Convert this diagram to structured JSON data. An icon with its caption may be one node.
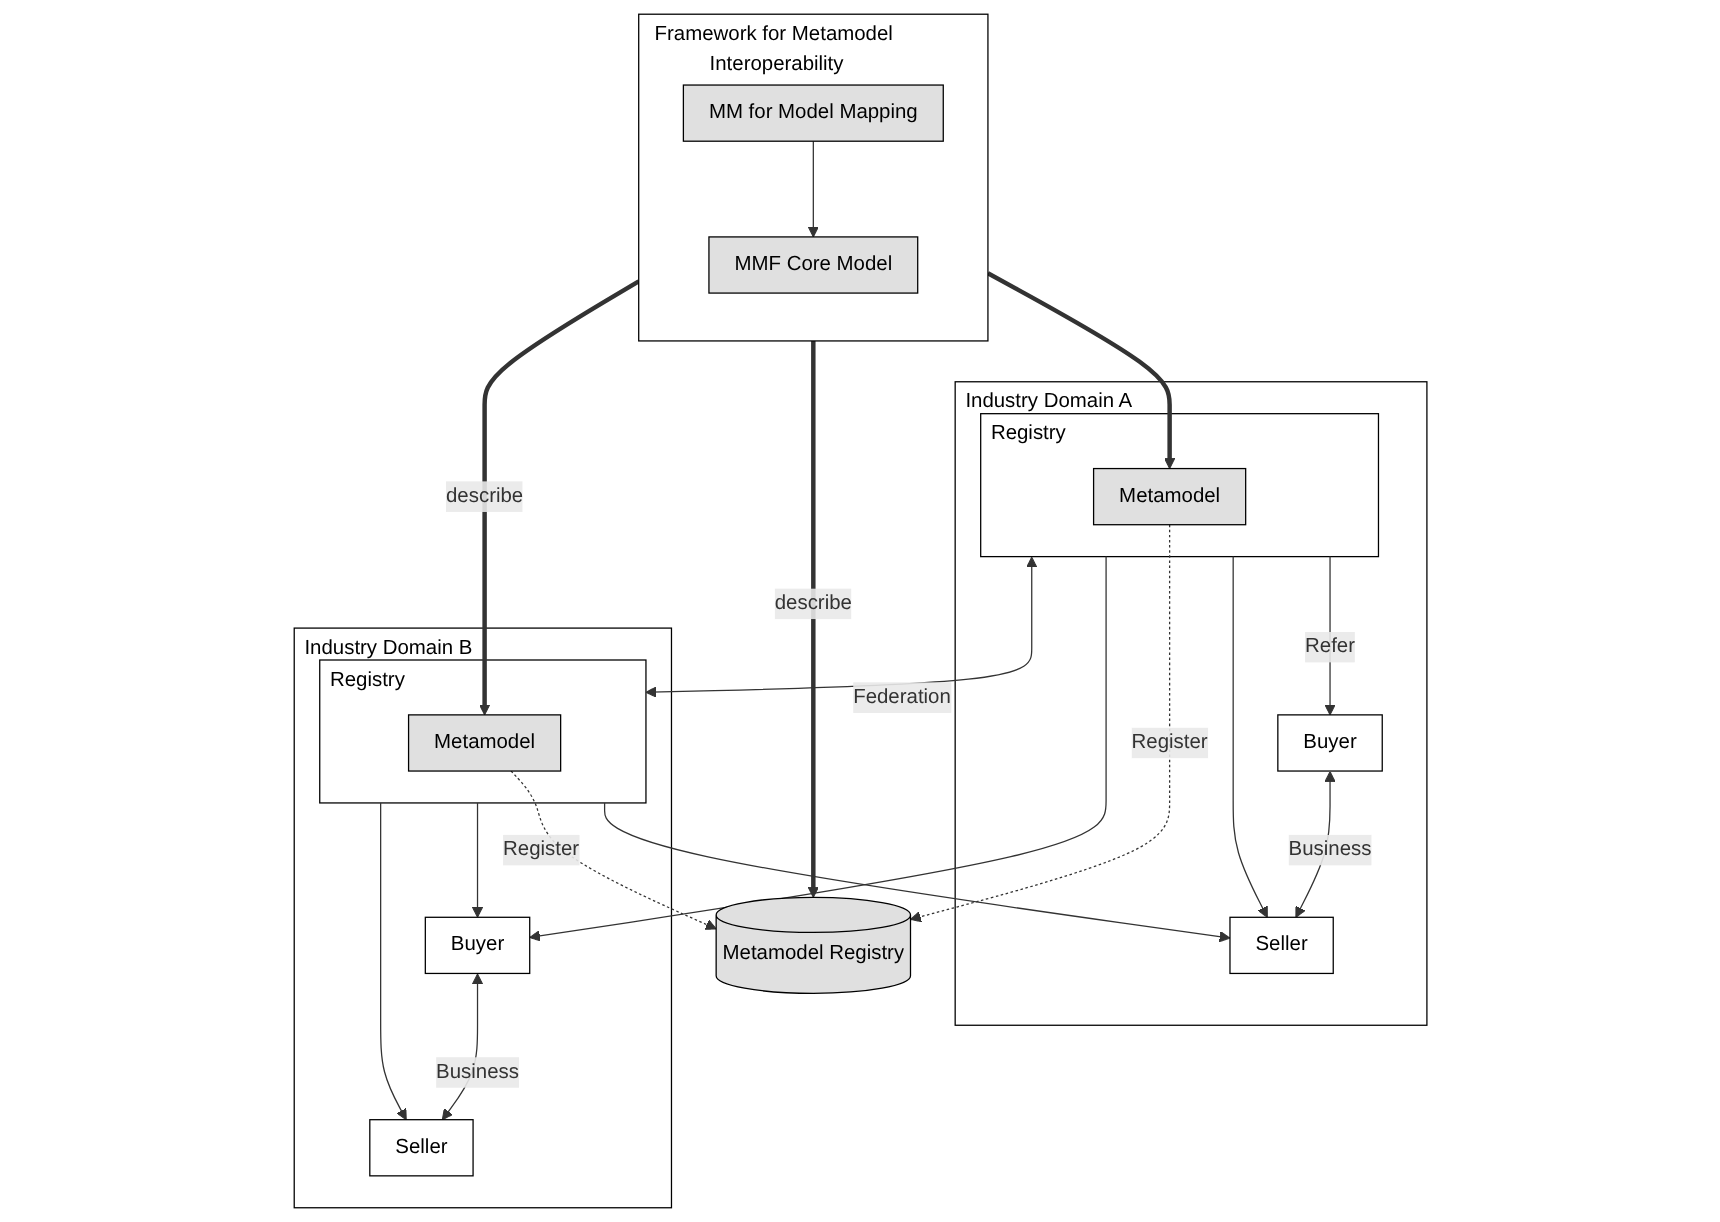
{
  "diagram": {
    "nodes": [
      {
        "text": [
          "Metamodel Registry"
        ]
      },
      {
        "text": [
          "Framework for Metamodel Interoperability"
        ]
      },
      {
        "text": [
          "MMF Core Model"
        ],
        "in": 1
      },
      {
        "text": [
          "MM for Model Mapping"
        ],
        "in": 1
      },
      {
        "text": [
          "Industry Domain A"
        ]
      },
      {
        "text": [
          "Registry"
        ],
        "in": 4
      },
      {
        "text": [
          "Metamodel"
        ],
        "in": 5
      },
      {
        "text": [
          "Buyer"
        ],
        "in": 4
      },
      {
        "text": [
          "Seller"
        ],
        "in": 4
      },
      {
        "text": [
          "Industry Domain B"
        ]
      },
      {
        "text": [
          "Registry"
        ],
        "in": 9
      },
      {
        "text": [
          "Metamodel"
        ],
        "in": 10
      },
      {
        "text": [
          "Buyer"
        ],
        "in": 9
      },
      {
        "text": [
          "Seller"
        ],
        "in": 9
      }
    ],
    "edges": [
      {
        "from": 1,
        "to": 0,
        "arrow": "to",
        "label": "describe",
        "style": "thick"
      },
      {
        "from": 6,
        "to": 0,
        "arrow": "to",
        "label": "Register",
        "style": "dashed"
      },
      {
        "from": 11,
        "to": 0,
        "arrow": "to",
        "label": "Register",
        "style": "dashed"
      },
      {
        "from": 1,
        "to": 6,
        "arrow": "to",
        "style": "thick"
      },
      {
        "from": 1,
        "to": 11,
        "arrow": "to",
        "label": "describe",
        "style": "thick"
      },
      {
        "from": 3,
        "to": 2,
        "arrow": "to"
      },
      {
        "from": 5,
        "to": 10,
        "arrow": "both",
        "label": "Federation"
      },
      {
        "from": 5,
        "to": 7,
        "arrow": "to",
        "label": "Refer"
      },
      {
        "from": 5,
        "to": 8,
        "arrow": "to"
      },
      {
        "from": 5,
        "to": 12,
        "arrow": "to"
      },
      {
        "from": 10,
        "to": 8,
        "arrow": "to"
      },
      {
        "from": 10,
        "to": 12,
        "arrow": "to"
      },
      {
        "from": 10,
        "to": 13,
        "arrow": "to"
      },
      {
        "from": 7,
        "to": 8,
        "arrow": "both",
        "label": "Business"
      },
      {
        "from": 12,
        "to": 13,
        "arrow": "both",
        "label": "Business"
      }
    ]
  }
}
